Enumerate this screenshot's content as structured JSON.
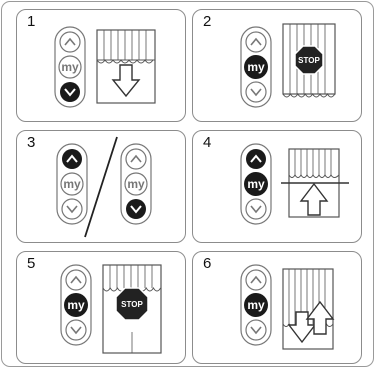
{
  "steps": [
    {
      "number": "1",
      "pressed": "down",
      "scene": "lower"
    },
    {
      "number": "2",
      "pressed": "my",
      "scene": "stop"
    },
    {
      "number": "3",
      "pressed": "up-and-down",
      "scene": "none"
    },
    {
      "number": "4",
      "pressed": "up-my",
      "scene": "raise"
    },
    {
      "number": "5",
      "pressed": "my",
      "scene": "stop-awning"
    },
    {
      "number": "6",
      "pressed": "my",
      "scene": "up-down"
    }
  ],
  "remote": {
    "my_label": "my",
    "stop_label": "STOP"
  },
  "colors": {
    "line": "#555555",
    "pressed": "#1a1a1a",
    "border": "#8c8c8c",
    "stop": "#222222"
  }
}
